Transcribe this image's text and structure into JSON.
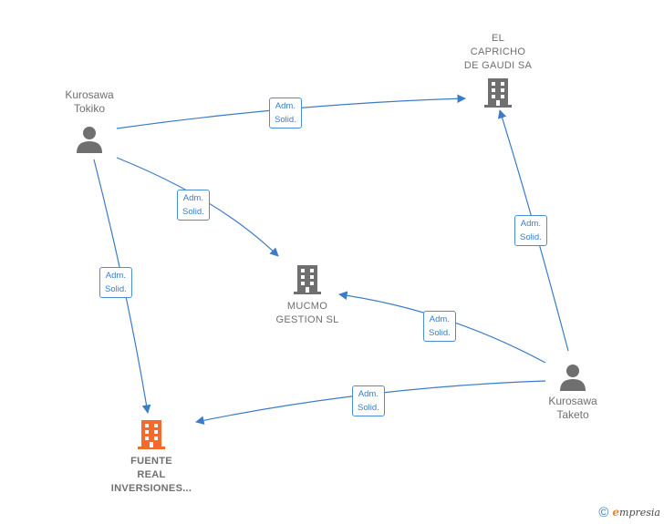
{
  "nodes": {
    "tokiko": {
      "label": "Kurosawa\nTokiko",
      "icon": "person-icon",
      "color": "#6f6f6f"
    },
    "taketo": {
      "label": "Kurosawa\nTaketo",
      "icon": "person-icon",
      "color": "#6f6f6f"
    },
    "capricho": {
      "label": "EL\nCAPRICHO\nDE GAUDI SA",
      "icon": "building-icon",
      "color": "#6f6f6f"
    },
    "mucmo": {
      "label": "MUCMO\nGESTION  SL",
      "icon": "building-icon",
      "color": "#6f6f6f"
    },
    "fuente": {
      "label": "FUENTE\nREAL\nINVERSIONES...",
      "icon": "building-icon",
      "color": "#f26a2e"
    }
  },
  "edges": [
    {
      "from": "tokiko",
      "to": "capricho",
      "label": "Adm.\nSolid."
    },
    {
      "from": "tokiko",
      "to": "mucmo",
      "label": "Adm.\nSolid."
    },
    {
      "from": "tokiko",
      "to": "fuente",
      "label": "Adm.\nSolid."
    },
    {
      "from": "taketo",
      "to": "capricho",
      "label": "Adm.\nSolid."
    },
    {
      "from": "taketo",
      "to": "mucmo",
      "label": "Adm.\nSolid."
    },
    {
      "from": "taketo",
      "to": "fuente",
      "label": "Adm.\nSolid."
    }
  ],
  "colors": {
    "edge": "#3a7cc8",
    "label_border": "#4a8fd6"
  },
  "footer": {
    "copyright": "©",
    "brand_initial": "e",
    "brand_rest": "mpresia"
  }
}
